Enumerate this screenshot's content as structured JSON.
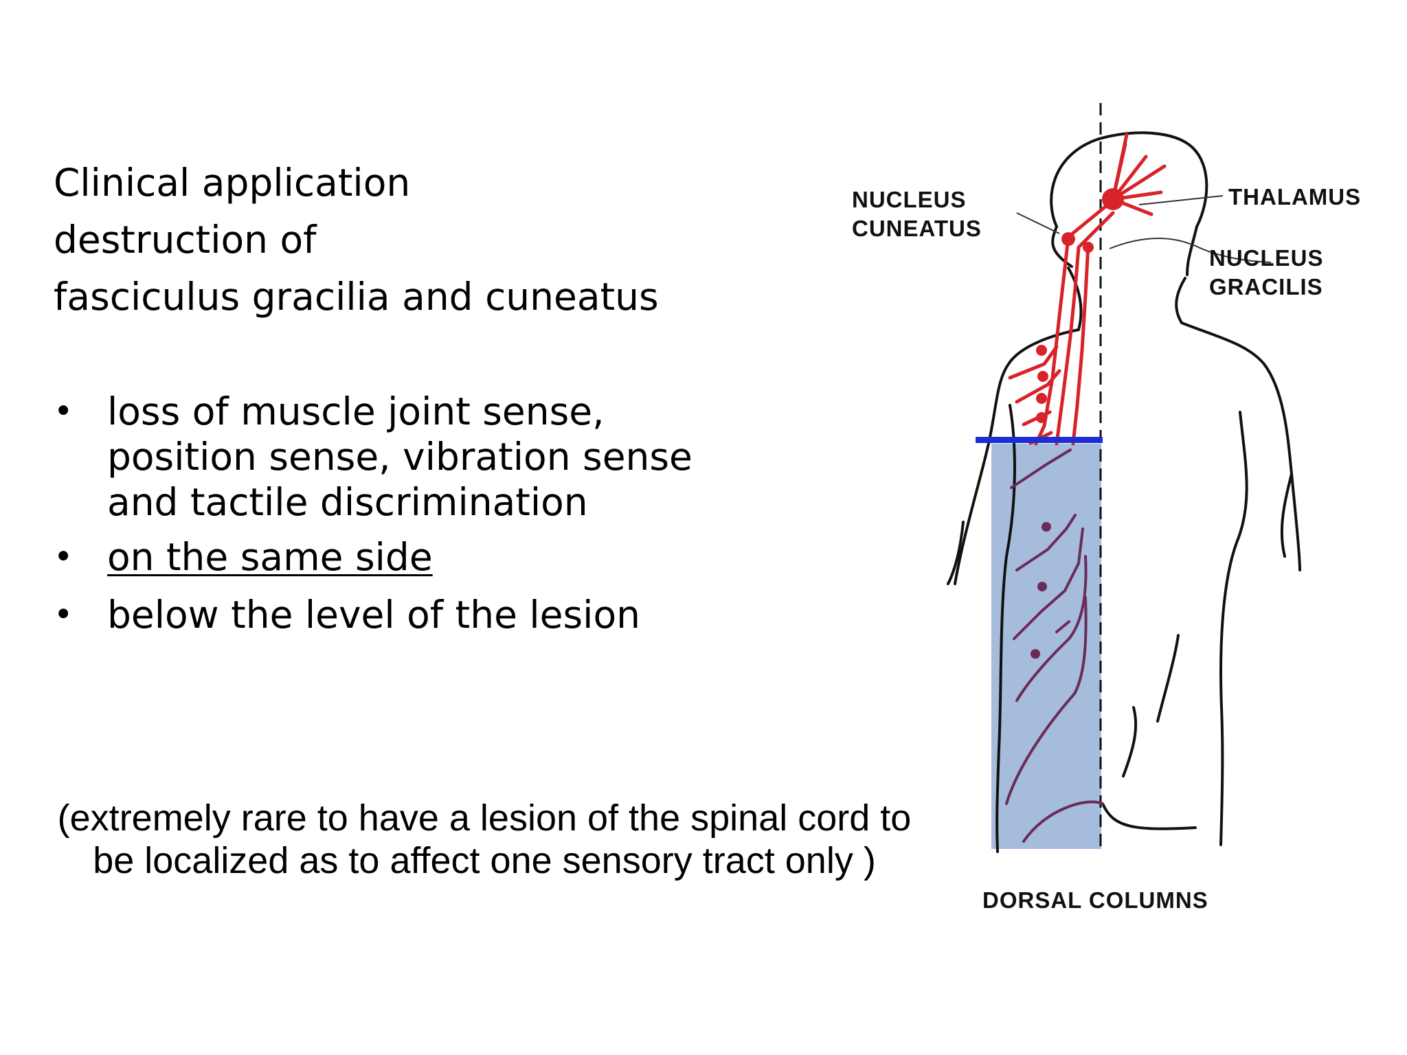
{
  "heading": {
    "line1": "Clinical application",
    "line2": "destruction of",
    "line3": "fasciculus gracilia and cuneatus"
  },
  "bullets": [
    {
      "text": "loss of muscle joint sense, position sense, vibration sense and tactile discrimination",
      "underline": false
    },
    {
      "text": "on the same side",
      "underline": true
    },
    {
      "text": "below the level of the lesion",
      "underline": false
    }
  ],
  "bullet_glyph": "•",
  "note": {
    "line1": "(extremely rare to have a lesion of the spinal cord to",
    "line2": "be localized as to affect one sensory tract only )"
  },
  "diagram": {
    "labels": {
      "nucleus_cuneatus": [
        "NUCLEUS",
        "CUNEATUS"
      ],
      "thalamus": "THALAMUS",
      "nucleus_gracilis": [
        "NUCLEUS",
        "GRACILIS"
      ],
      "dorsal_columns": "DORSAL COLUMNS"
    },
    "colors": {
      "pathway": "#d8232a",
      "lesion_line": "#1a2fd6",
      "affected_region": "#7f9fce",
      "outline": "#111111"
    }
  }
}
